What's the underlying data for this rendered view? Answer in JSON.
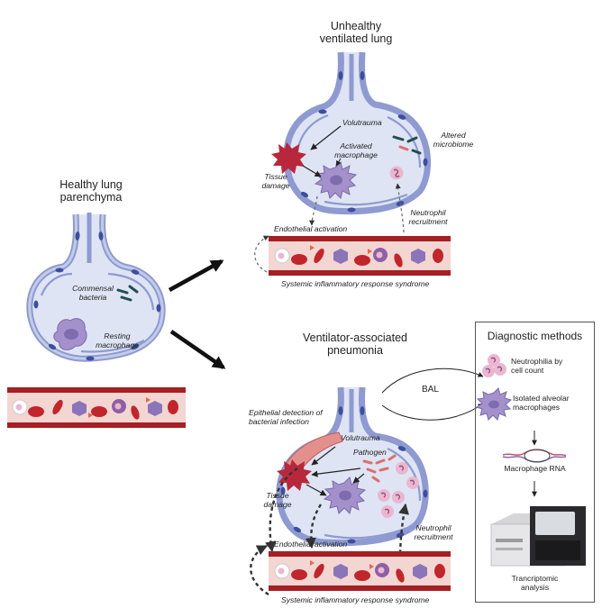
{
  "healthy": {
    "title": "Healthy lung\nparenchyma",
    "commensal": "Commensal\nbacteria",
    "resting": "Resting\nmacrophage"
  },
  "unhealthy": {
    "title": "Unhealthy\nventilated lung",
    "volutrauma": "Volutrauma",
    "activated": "Activated\nmacrophage",
    "altered": "Altered\nmicrobiome",
    "tissue": "Tissue\ndamage",
    "endothelial": "Endothelial activation",
    "neutrophil": "Neutrophil\nrecruitment",
    "sirs": "Systemic inflammatory response syndrome"
  },
  "vap": {
    "title": "Ventilator-associated\npneumonia",
    "epithelial": "Epithelial detection of\nbacterial infection",
    "volutrauma": "Volutrauma",
    "pathogen": "Pathogen",
    "tissue": "Tissue\ndamage",
    "endothelial": "Endothelial activation",
    "neutrophil": "Neutrophil\nrecruitment",
    "sirs": "Systemic inflammatory response syndrome",
    "bal": "BAL"
  },
  "diagnostic": {
    "title": "Diagnostic methods",
    "neutrophilia": "Neutrophilia by\ncell count",
    "isolated": "Isolated alveolar\nmacrophages",
    "rna": "Macrophage RNA",
    "transcriptomic": "Trancriptomic\nanalysis"
  },
  "colors": {
    "alveolus_fill": "#dfe4f4",
    "alveolus_stroke": "#8e9ad0",
    "nucleus": "#3d4e9e",
    "vessel_outer": "#a51f24",
    "vessel_inner": "#f3d6d2",
    "rbc": "#c0262c",
    "macrophage": "#a491cc",
    "neutrophil": "#e9b8d0",
    "damage": "#b8283d",
    "bacteria": "#1f4f4f",
    "pathogen": "#d9706e"
  }
}
